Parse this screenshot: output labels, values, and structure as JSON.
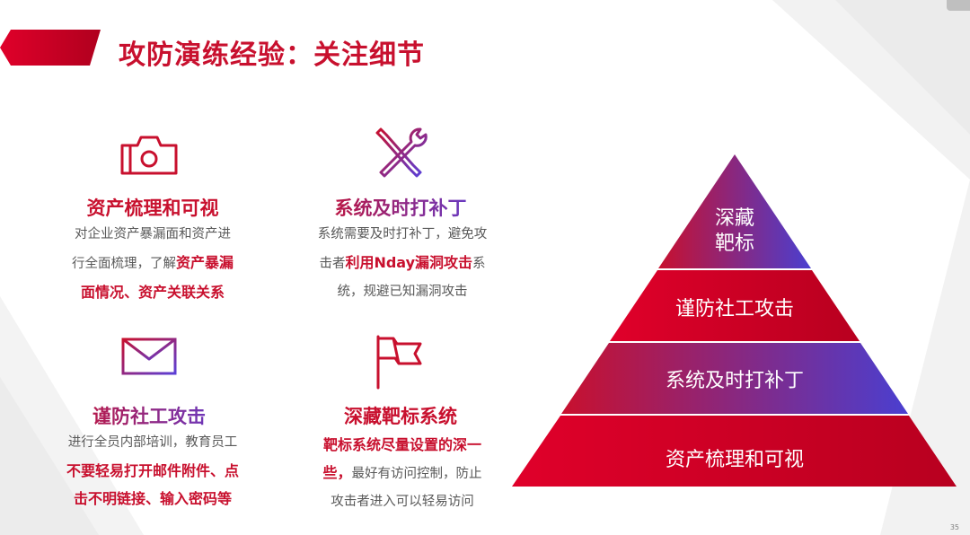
{
  "title": "攻防演练经验：关注细节",
  "cards": [
    {
      "icon": "camera-icon",
      "heading": "资产梳理和可视",
      "desc_l1": "对企业资产暴漏面和资产进",
      "desc_l2a": "行全面梳理，了解",
      "desc_l2b": "资产暴漏",
      "desc_l3": "面情况、资产关联关系"
    },
    {
      "icon": "tools-icon",
      "heading": "系统及时打补丁",
      "desc_l1": "系统需要及时打补丁，避免攻",
      "desc_l2a": "击者",
      "desc_l2b": "利用Nday漏洞攻击",
      "desc_l2c": "系",
      "desc_l3": "统，规避已知漏洞攻击"
    },
    {
      "icon": "envelope-icon",
      "heading": "谨防社工攻击",
      "desc_l1": "进行全员内部培训，教育员工",
      "desc_l2": "不要轻易打开邮件附件、点",
      "desc_l3": "击不明链接、输入密码等"
    },
    {
      "icon": "flag-icon",
      "heading": "深藏靶标系统",
      "desc_l1": "靶标系统尽量设置的深一",
      "desc_l2a": "些，",
      "desc_l2b": "最好有访问控制，防止",
      "desc_l3": "攻击者进入可以轻易访问"
    }
  ],
  "pyramid": {
    "levels": [
      "深藏\n靶标",
      "谨防社工攻击",
      "系统及时打补丁",
      "资产梳理和可视"
    ],
    "level1_line1": "深藏",
    "level1_line2": "靶标"
  },
  "page_number": "35",
  "colors": {
    "red": "#c8102e",
    "purple": "#5b3fd6"
  }
}
